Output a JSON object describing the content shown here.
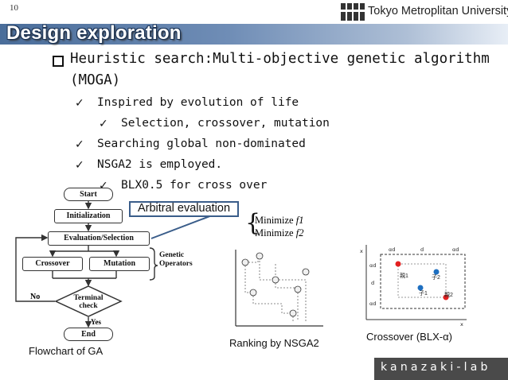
{
  "slide_number": "10",
  "header": {
    "university": "Tokyo Metroplitan University",
    "logo_icon": "tmu-logo-icon"
  },
  "title": "Design exploration",
  "bullets": {
    "main": "Heuristic search:Multi-objective genetic algorithm",
    "main_cont": "(MOGA)",
    "sub1": "Inspired by evolution of life",
    "sub1a": "Selection, crossover, mutation",
    "sub2": "Searching global non-dominated",
    "sub3": "NSGA2 is employed.",
    "sub3a": "BLX0.5 for cross over"
  },
  "callout": "Arbitral evaluation",
  "flowchart": {
    "start": "Start",
    "initialization": "Initialization",
    "evaluation": "Evaluation/Selection",
    "crossover": "Crossover",
    "mutation": "Mutation",
    "genetic_operators": "Genetic Operators",
    "terminal": "Terminal check",
    "no": "No",
    "yes": "Yes",
    "end": "End",
    "caption": "Flowchart of GA"
  },
  "nsga": {
    "minimize1": "Minimize",
    "f1": "f1",
    "minimize2": "Minimize",
    "f2": "f2",
    "caption": "Ranking by NSGA2"
  },
  "blx": {
    "caption": "Crossover (BLX-α)",
    "parent1": "親1",
    "parent2": "親2",
    "child1": "子1",
    "child2": "子2"
  },
  "footer": {
    "lab": "kanazaki-lab"
  },
  "colors": {
    "title_bar": "#5b7fb0",
    "parent": "#e32020",
    "child": "#1e6fc0"
  }
}
